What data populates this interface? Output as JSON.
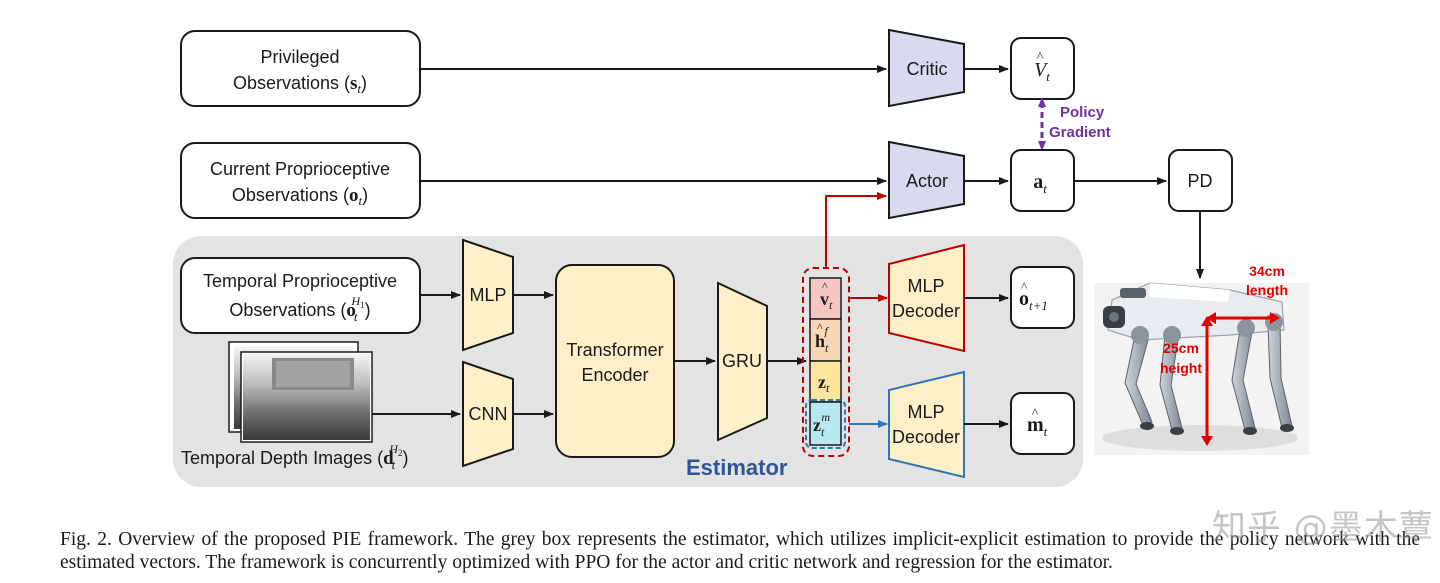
{
  "inputs": {
    "privileged": {
      "line1": "Privileged",
      "line2_prefix": "Observations (",
      "symbol": "s",
      "sub": "t",
      "suffix": ")"
    },
    "current": {
      "line1": "Current Proprioceptive",
      "line2_prefix": "Observations (",
      "symbol": "o",
      "sub": "t",
      "suffix": ")"
    },
    "temporal": {
      "line1": "Temporal Proprioceptive",
      "line2_prefix": "Observations (",
      "symbol": "o",
      "sub": "t",
      "sup": "H",
      "sup_sub": "1",
      "suffix": ")"
    },
    "depth": {
      "prefix": "Temporal Depth Images (",
      "symbol": "d",
      "sub": "t",
      "sup": "H",
      "sup_sub": "2",
      "suffix": ")"
    }
  },
  "modules": {
    "critic": "Critic",
    "actor": "Actor",
    "mlp": "MLP",
    "cnn": "CNN",
    "transformer_line1": "Transformer",
    "transformer_line2": "Encoder",
    "gru": "GRU",
    "pd": "PD",
    "decoder_line1": "MLP",
    "decoder_line2": "Decoder"
  },
  "outputs": {
    "value": {
      "symbol": "V",
      "sub": "t"
    },
    "action": {
      "symbol": "a",
      "sub": "t"
    },
    "obs_next": {
      "symbol": "o",
      "sub": "t+1"
    },
    "map": {
      "symbol": "m",
      "sub": "t"
    }
  },
  "latents": {
    "v": {
      "symbol": "v",
      "sub": "t"
    },
    "h": {
      "symbol": "h",
      "sub": "t",
      "sup": "f"
    },
    "z": {
      "symbol": "z",
      "sub": "t"
    },
    "zm": {
      "symbol": "z",
      "sub": "t",
      "sup": "m"
    }
  },
  "policy_gradient": {
    "line1": "Policy",
    "line2": "Gradient"
  },
  "estimator_label": "Estimator",
  "robot": {
    "length_line1": "34cm",
    "length_line2": "length",
    "height_line1": "25cm",
    "height_line2": "height"
  },
  "caption": "Fig. 2.  Overview of the proposed PIE framework. The grey box represents the estimator, which utilizes implicit-explicit estimation to provide the policy network with the estimated vectors. The framework is concurrently optimized with PPO for the actor and critic network and regression for the estimator.",
  "watermark": "知乎 @墨木蕈",
  "colors": {
    "critic_fill": "#d9d9f0",
    "yellow_fill": "#fdefc7",
    "estimator_bg": "#e3e3e3",
    "v_cell": "#f4c7c0",
    "h_cell": "#f9d7b4",
    "z_cell": "#fbe49b",
    "zm_cell": "#b7e8f0",
    "red_arrow": "#c00000",
    "blue_arrow": "#2e75b6",
    "purple": "#7030a0",
    "estimator_text": "#2f5597",
    "robot_label": "#e00000"
  }
}
